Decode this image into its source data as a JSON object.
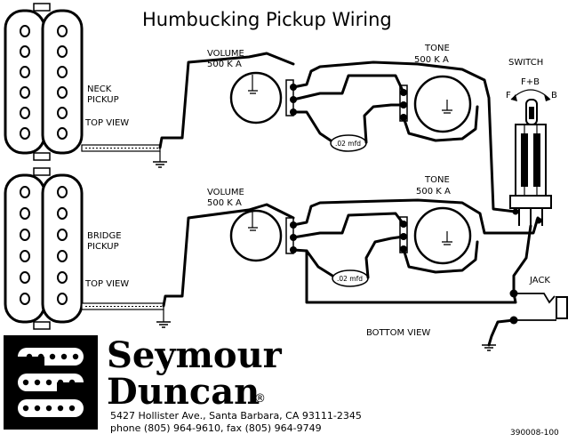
{
  "title": "Humbucking Pickup Wiring",
  "neck_pickup": {
    "label_line1": "NECK",
    "label_line2": "PICKUP",
    "view": "TOP VIEW"
  },
  "bridge_pickup": {
    "label_line1": "BRIDGE",
    "label_line2": "PICKUP",
    "view": "TOP VIEW"
  },
  "neck_volume": {
    "label": "VOLUME",
    "value": "500 K A"
  },
  "neck_tone": {
    "label": "TONE",
    "value": "500 K A"
  },
  "bridge_volume": {
    "label": "VOLUME",
    "value": "500 K A"
  },
  "bridge_tone": {
    "label": "TONE",
    "value": "500 K A"
  },
  "neck_cap": ".02 mfd",
  "bridge_cap": ".02 mfd",
  "switch": {
    "label": "SWITCH",
    "pos_middle": "F+B",
    "pos_front": "F",
    "pos_back": "B"
  },
  "jack": "JACK",
  "bottom_view": "BOTTOM VIEW",
  "brand": {
    "line1": "Seymour",
    "line2": "Duncan",
    "registered": "®"
  },
  "address": "5427 Hollister Ave., Santa Barbara, CA 93111-2345",
  "phone": "phone (805) 964-9610, fax (805) 964-9749",
  "part_number": "390008-100",
  "colors": {
    "ink": "#000000",
    "paper": "#ffffff"
  },
  "icons": [
    "seymour-duncan-logo-icon",
    "ground-icon",
    "potentiometer-icon",
    "capacitor-icon",
    "toggle-switch-icon",
    "jack-icon"
  ]
}
